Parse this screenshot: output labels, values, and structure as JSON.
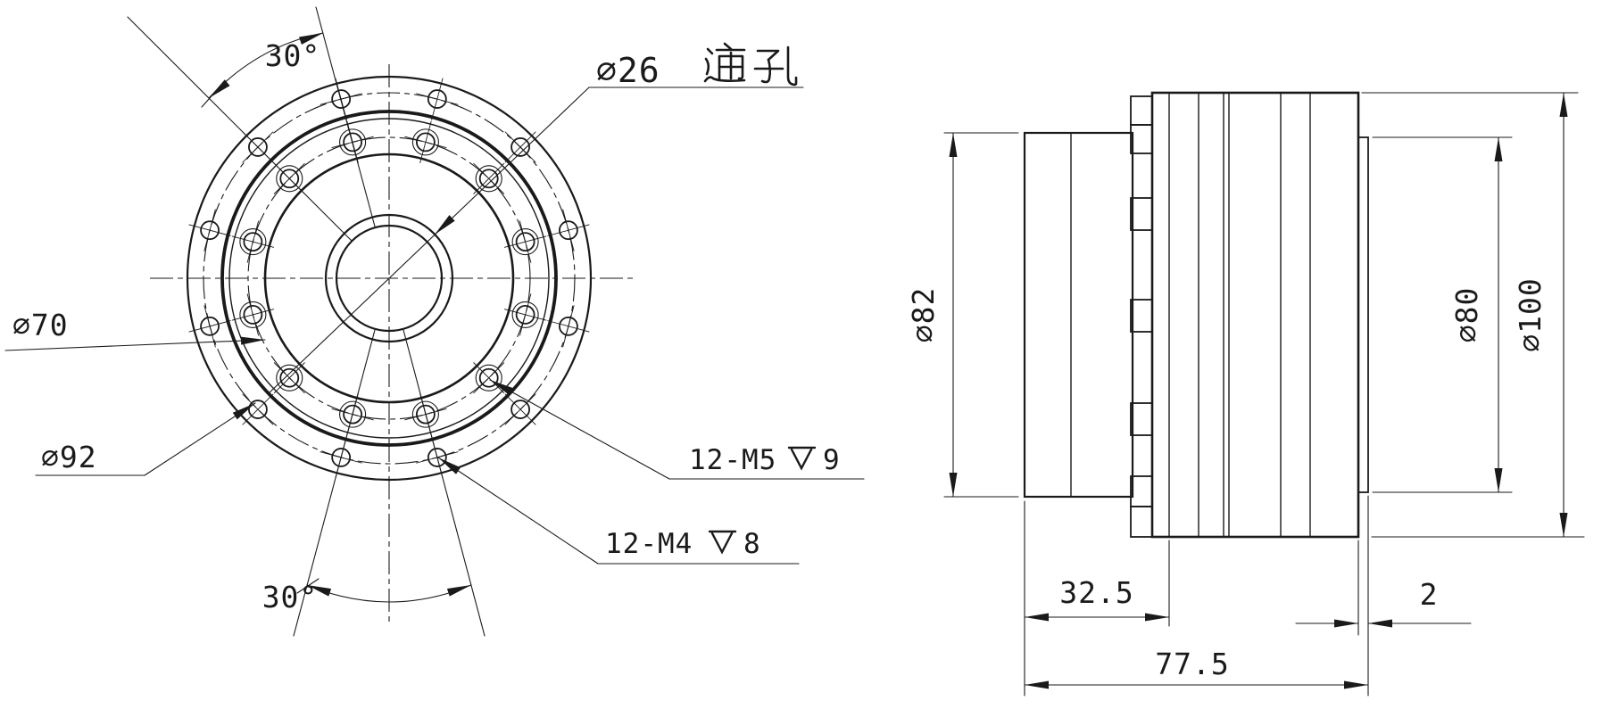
{
  "drawing": {
    "title": "flange-gearbox-two-view-drawing",
    "front_view": {
      "angle_top": "30°",
      "angle_bottom": "30°",
      "bore_callout": "⌀26",
      "through_hole_note": "通孔",
      "dia_70": "⌀70",
      "dia_92": "⌀92",
      "m5_callout": "12-M5",
      "m5_depth": "9",
      "m4_callout": "12-M4",
      "m4_depth": "8",
      "hole_counts": {
        "m5_holes": 12,
        "m4_holes": 12
      }
    },
    "side_view": {
      "dia_82": "⌀82",
      "dia_80": "⌀80",
      "dia_100": "⌀100",
      "length_left_section": "32.5",
      "length_lip": "2",
      "length_total": "77.5"
    },
    "colors": {
      "line": "#1a1a1a",
      "background": "#ffffff"
    }
  }
}
